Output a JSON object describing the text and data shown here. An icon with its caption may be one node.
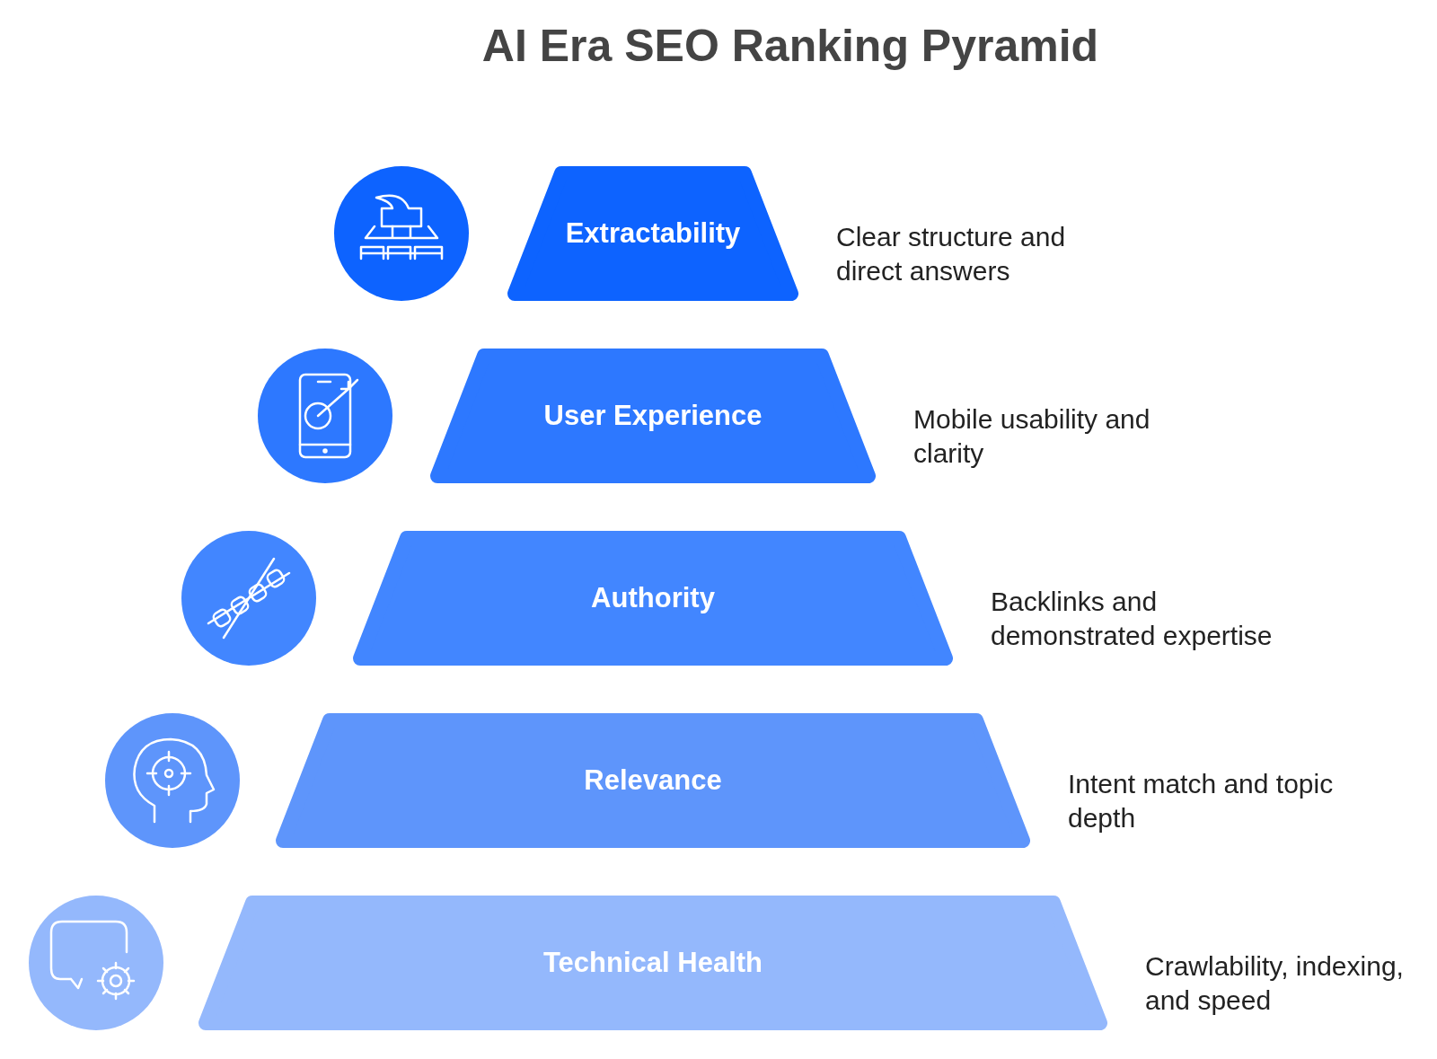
{
  "diagram": {
    "title": "AI Era SEO Ranking Pyramid",
    "nodes": [
      {
        "text": [
          "Extractability"
        ],
        "beside": [
          "Clear structure and direct answers"
        ]
      },
      {
        "text": [
          "User Experience"
        ],
        "beside": [
          "Mobile usability and clarity"
        ]
      },
      {
        "text": [
          "Authority"
        ],
        "beside": [
          "Backlinks and demonstrated expertise"
        ]
      },
      {
        "text": [
          "Relevance"
        ],
        "beside": [
          "Intent match and topic depth"
        ]
      },
      {
        "text": [
          "Technical Health"
        ],
        "beside": [
          "Crawlability, indexing, and speed"
        ]
      }
    ],
    "edges": []
  }
}
